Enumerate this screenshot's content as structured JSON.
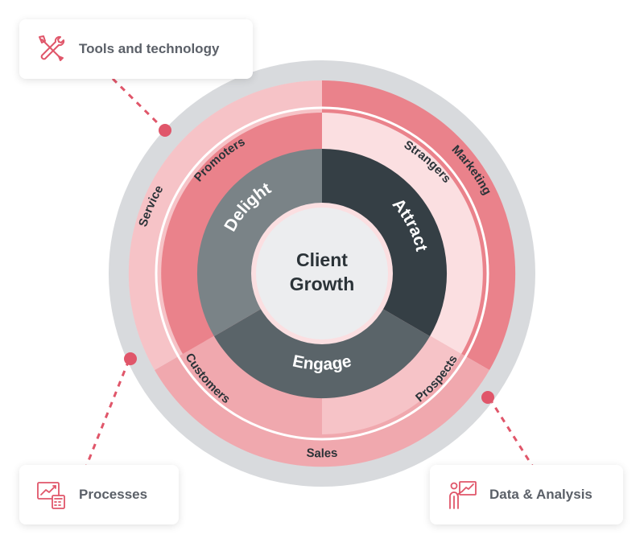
{
  "center": {
    "line1": "Client",
    "line2": "Growth"
  },
  "phases": {
    "attract": "Attract",
    "engage": "Engage",
    "delight": "Delight"
  },
  "middle_ring": {
    "strangers": "Strangers",
    "prospects": "Prospects",
    "customers": "Customers",
    "promoters": "Promoters"
  },
  "outer_ring": {
    "marketing": "Marketing",
    "sales": "Sales",
    "service": "Service"
  },
  "cards": {
    "tools": {
      "label": "Tools and technology",
      "icon": "tools-icon"
    },
    "processes": {
      "label": "Processes",
      "icon": "chart-calculator-icon"
    },
    "data": {
      "label": "Data & Analysis",
      "icon": "presentation-icon"
    }
  },
  "colors": {
    "gray_ring": "#d8dadd",
    "pink_light": "#f6c3c7",
    "pink_mid": "#f0a8ae",
    "pink_dark": "#ea828b",
    "pink_pale": "#fbdfe1",
    "dark": "#353f45",
    "gray_dark": "#5a6469",
    "gray_mid": "#7a8387",
    "center_fill": "#ecedef",
    "accent": "#e0566a",
    "text_dark": "#2b3338"
  }
}
